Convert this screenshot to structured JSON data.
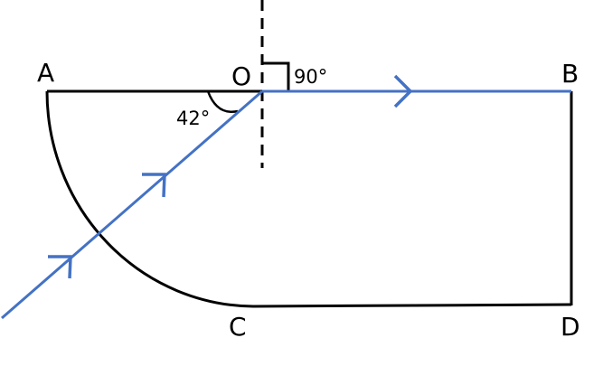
{
  "labels": {
    "A": "A",
    "O": "O",
    "B": "B",
    "C": "C",
    "D": "D"
  },
  "angles": {
    "right_angle": "90°",
    "incident_angle": "42°"
  },
  "colors": {
    "outline": "#000000",
    "ray": "#4472c4"
  }
}
